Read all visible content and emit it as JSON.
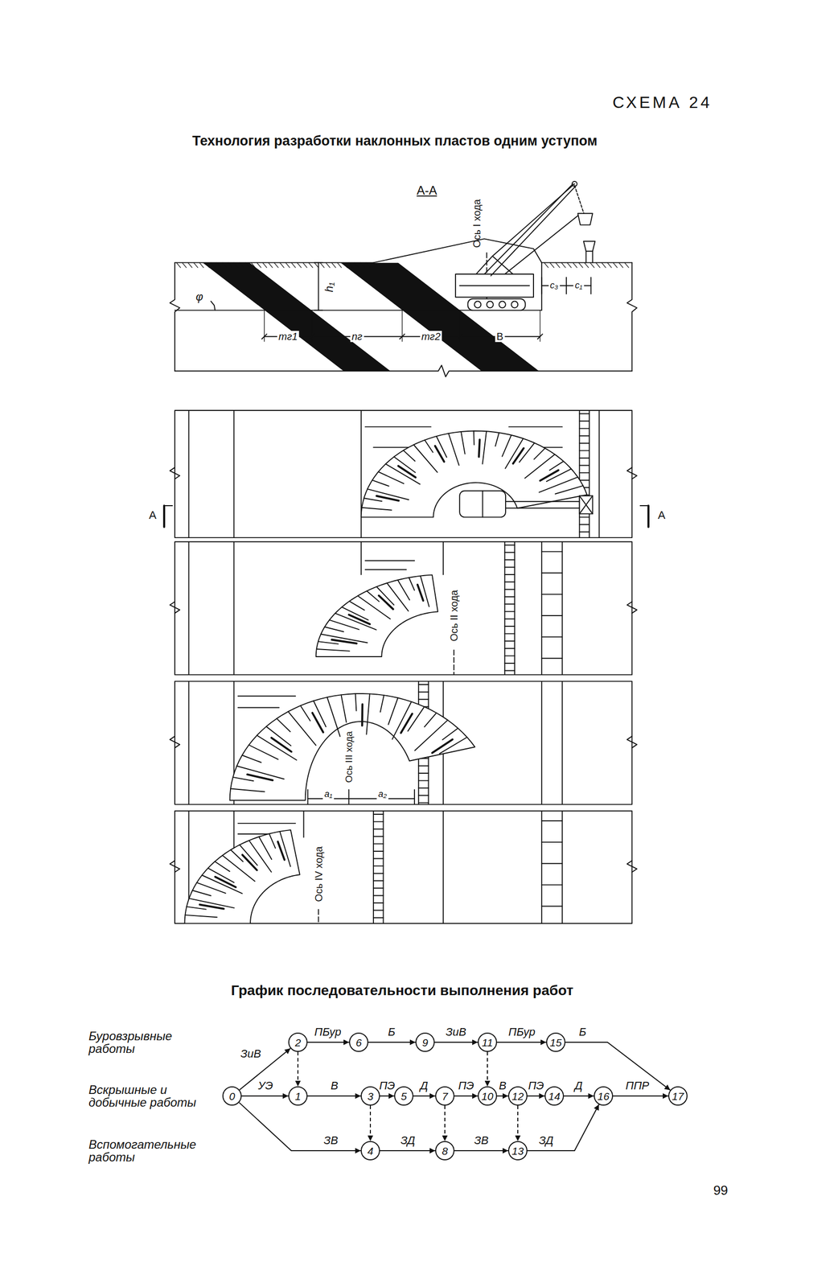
{
  "diagram": {
    "title": "Технология разработки наклонных пластов одним уступом",
    "nodes": [
      {
        "text": [
          "0"
        ]
      },
      {
        "text": [
          "1"
        ]
      },
      {
        "text": [
          "2"
        ]
      },
      {
        "text": [
          "3"
        ]
      },
      {
        "text": [
          "4"
        ]
      },
      {
        "text": [
          "5"
        ]
      },
      {
        "text": [
          "6"
        ]
      },
      {
        "text": [
          "7"
        ]
      },
      {
        "text": [
          "8"
        ]
      },
      {
        "text": [
          "9"
        ]
      },
      {
        "text": [
          "10"
        ]
      },
      {
        "text": [
          "11"
        ]
      },
      {
        "text": [
          "12"
        ]
      },
      {
        "text": [
          "13"
        ]
      },
      {
        "text": [
          "14"
        ]
      },
      {
        "text": [
          "15"
        ]
      },
      {
        "text": [
          "16"
        ]
      },
      {
        "text": [
          "17"
        ]
      }
    ],
    "edges": [
      {
        "from": 0,
        "to": 2,
        "arrow": "to",
        "label": "ЗиВ"
      },
      {
        "from": 0,
        "to": 1,
        "arrow": "to",
        "label": "УЭ"
      },
      {
        "from": 0,
        "to": 4,
        "arrow": "to",
        "label": "ЗВ"
      },
      {
        "from": 2,
        "to": 6,
        "arrow": "to",
        "label": "ПБур"
      },
      {
        "from": 6,
        "to": 9,
        "arrow": "to",
        "label": "Б"
      },
      {
        "from": 9,
        "to": 11,
        "arrow": "to",
        "label": "ЗиВ"
      },
      {
        "from": 11,
        "to": 15,
        "arrow": "to",
        "label": "ПБур"
      },
      {
        "from": 15,
        "to": 17,
        "arrow": "to",
        "label": "Б"
      },
      {
        "from": 2,
        "to": 1,
        "arrow": "to"
      },
      {
        "from": 1,
        "to": 3,
        "arrow": "to",
        "label": "В"
      },
      {
        "from": 3,
        "to": 5,
        "arrow": "to",
        "label": "ПЭ"
      },
      {
        "from": 5,
        "to": 7,
        "arrow": "to",
        "label": "Д"
      },
      {
        "from": 7,
        "to": 10,
        "arrow": "to",
        "label": "ПЭ"
      },
      {
        "from": 10,
        "to": 12,
        "arrow": "to",
        "label": "В"
      },
      {
        "from": 12,
        "to": 14,
        "arrow": "to",
        "label": "ПЭ"
      },
      {
        "from": 14,
        "to": 16,
        "arrow": "to",
        "label": "Д"
      },
      {
        "from": 16,
        "to": 17,
        "arrow": "to",
        "label": "ППР"
      },
      {
        "from": 3,
        "to": 4,
        "arrow": "to"
      },
      {
        "from": 4,
        "to": 8,
        "arrow": "to",
        "label": "ЗД"
      },
      {
        "from": 7,
        "to": 8,
        "arrow": "to"
      },
      {
        "from": 8,
        "to": 13,
        "arrow": "to",
        "label": "ЗВ"
      },
      {
        "from": 11,
        "to": 10,
        "arrow": "to"
      },
      {
        "from": 12,
        "to": 13,
        "arrow": "to"
      },
      {
        "from": 13,
        "to": 16,
        "arrow": "to",
        "label": "ЗД"
      }
    ],
    "labels": [
      "СХЕМА 24",
      "А-А",
      "Ось I хода",
      "φ",
      "h₁",
      "mг1",
      "nг",
      "mг2",
      "В",
      "с₃",
      "с₁",
      "А",
      "А",
      "Ось II хода",
      "Ось III хода",
      "a₁",
      "a₂",
      "Ось IV хода",
      "График последовательности выполнения работ",
      "Буровзрывные работы",
      "Вскрышные и добычные работы",
      "Вспомогательные работы",
      "99"
    ]
  }
}
